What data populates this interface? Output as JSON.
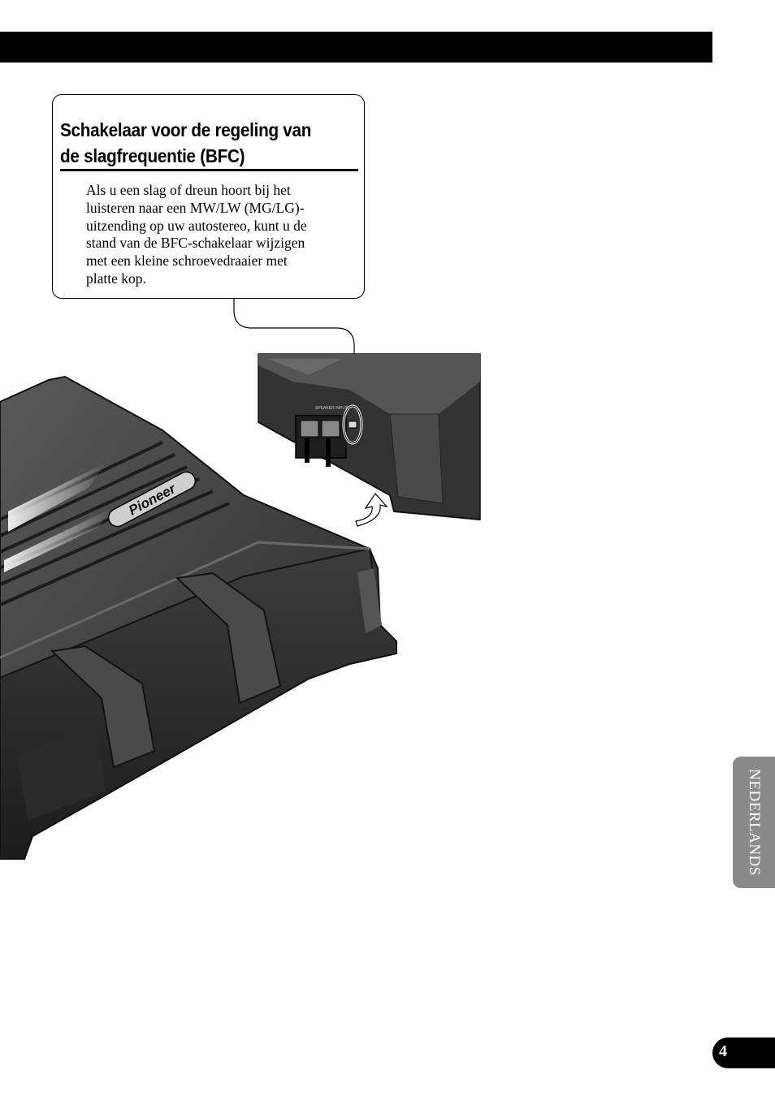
{
  "callout": {
    "title": "Schakelaar voor de regeling van\nde slagfrequentie (BFC)",
    "body": "Als u een slag of dreun hoort bij het\nluisteren naar een MW/LW (MG/LG)-\nuitzending op uw autostereo, kunt u de\nstand van de BFC-schakelaar wijzigen\nmet een kleine schroevedraaier met\nplatte kop."
  },
  "illustration": {
    "brand_logo": "Pioneer",
    "panel_text": "SPEAKER INPUT"
  },
  "sidebar": {
    "language_label": "NEDERLANDS"
  },
  "footer": {
    "page_number": "4"
  },
  "colors": {
    "bar": "#000000",
    "tab": "#8a8a8a",
    "amp_body": "#3a3a3a"
  }
}
